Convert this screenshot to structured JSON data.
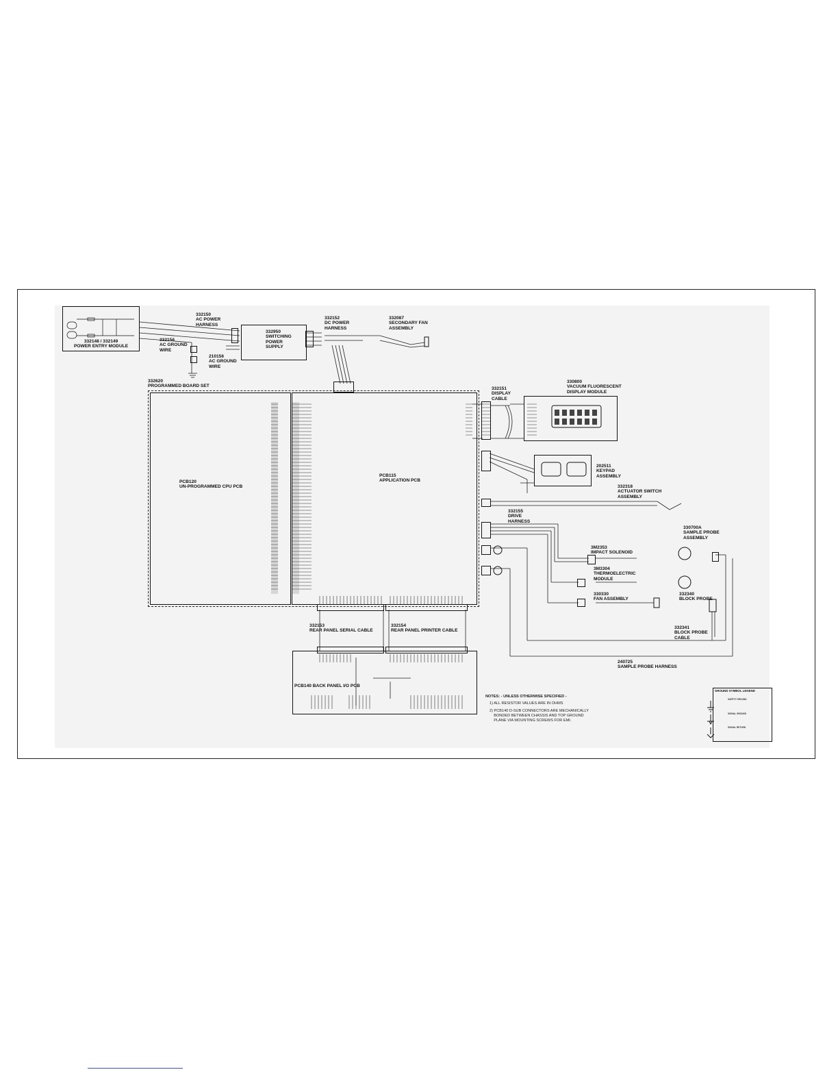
{
  "labels": {
    "power_entry": "332148 / 332149\nPOWER ENTRY MODULE",
    "ac_power_harness": "332150\nAC POWER\nHARNESS",
    "ac_ground_wire_1": "332156\nAC GROUND\nWIRE",
    "ac_ground_wire_2": "210156\nAC GROUND\nWIRE",
    "switching_power_supply": "332950\nSWITCHING\nPOWER\nSUPPLY",
    "dc_power_harness": "332152\nDC POWER\nHARNESS",
    "secondary_fan": "332087\nSECONDARY FAN\nASSEMBLY",
    "programmed_board_set": "332620\nPROGRAMMED BOARD SET",
    "display_cable": "332151\nDISPLAY\nCABLE",
    "vfd_module": "330800\nVACUUM FLUORESCENT\nDISPLAY MODULE",
    "keypad": "202511\nKEYPAD\nASSEMBLY",
    "actuator_switch": "332318\nACTUATOR SWITCH\nASSEMBLY",
    "cpu_pcb": "PCB120\nUN-PROGRAMMED CPU PCB",
    "application_pcb": "PCB115\nAPPLICATION PCB",
    "drive_harness": "332155\nDRIVE\nHARNESS",
    "sample_probe_assembly": "330700A\nSAMPLE PROBE\nASSEMBLY",
    "impact_solenoid": "3M2353\nIMPACT SOLENOID",
    "thermoelectric": "3M3304\nTHERMOELECTRIC\nMODULE",
    "fan_assembly": "330330\nFAN ASSEMBLY",
    "block_probe": "332340\nBLOCK PROBE",
    "block_probe_cable": "332341\nBLOCK PROBE\nCABLE",
    "sample_probe_harness": "240725\nSAMPLE PROBE HARNESS",
    "rear_serial_cable": "332153\nREAR PANEL SERIAL CABLE",
    "rear_printer_cable": "332154\nREAR PANEL PRINTER CABLE",
    "back_panel_pcb": "PCB140 BACK PANEL I/O PCB"
  },
  "notes": {
    "heading": "NOTES: - UNLESS OTHERWISE SPECIFIED -",
    "note1": "1) ALL RESISTOR VALUES ARE IN OHMS",
    "note2": "2) PCB140 D-SUB CONNECTORS ARE MECHANICALLY\n    BONDED BETWEEN CHASSIS AND TOP GROUND\n    PLANE VIA MOUNTING SCREWS FOR EMI."
  },
  "legend": {
    "title": "GROUND SYMBOL LEGEND",
    "items": [
      "SAFETY GROUND",
      "SIGNAL GROUND",
      "SIGNAL RETURN"
    ]
  }
}
